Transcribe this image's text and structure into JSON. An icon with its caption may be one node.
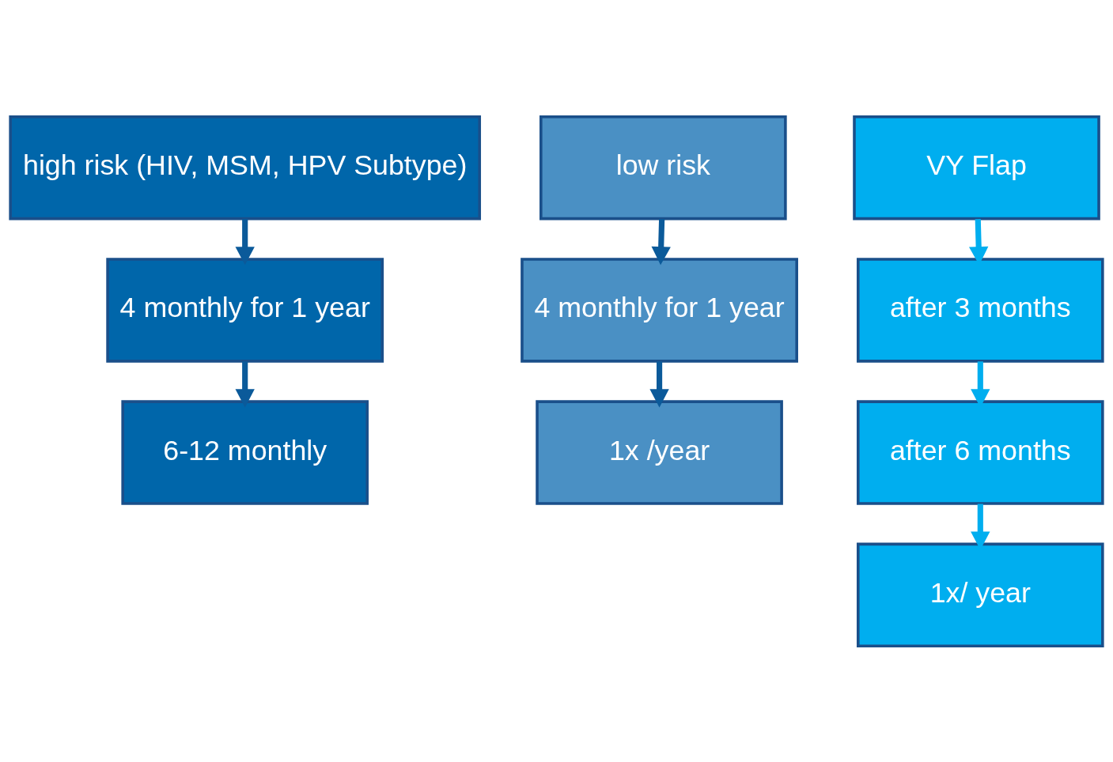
{
  "diagram": {
    "nodes": [
      {
        "text": [
          "high risk (HIV, MSM, HPV Subtype)"
        ]
      },
      {
        "text": [
          "4 monthly for 1 year"
        ]
      },
      {
        "text": [
          "6-12 monthly"
        ]
      },
      {
        "text": [
          "low risk"
        ]
      },
      {
        "text": [
          "4 monthly for 1 year"
        ]
      },
      {
        "text": [
          "1x /year"
        ]
      },
      {
        "text": [
          "VY Flap"
        ]
      },
      {
        "text": [
          "after 3 months"
        ]
      },
      {
        "text": [
          "after 6 months"
        ]
      },
      {
        "text": [
          "1x/ year"
        ]
      }
    ],
    "edges": [
      {
        "from": 0,
        "to": 1,
        "arrow": "to"
      },
      {
        "from": 1,
        "to": 2,
        "arrow": "to"
      },
      {
        "from": 3,
        "to": 4,
        "arrow": "to"
      },
      {
        "from": 4,
        "to": 5,
        "arrow": "to"
      },
      {
        "from": 6,
        "to": 7,
        "arrow": "to",
        "color": "#00aeef"
      },
      {
        "from": 7,
        "to": 8,
        "arrow": "to",
        "color": "#00aeef"
      },
      {
        "from": 8,
        "to": 9,
        "arrow": "to",
        "color": "#00aeef"
      }
    ]
  }
}
